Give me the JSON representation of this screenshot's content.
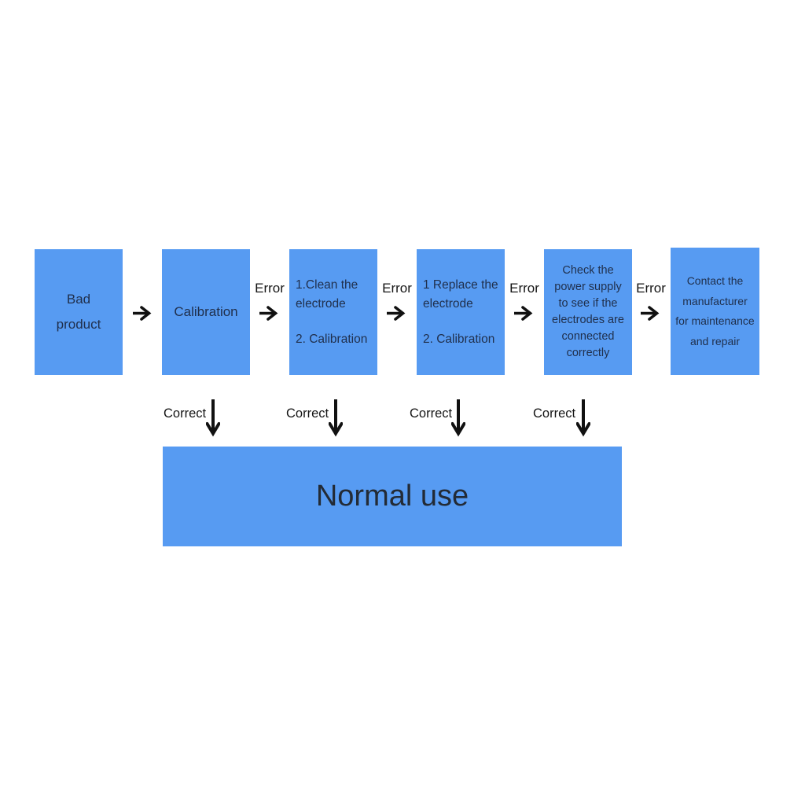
{
  "colors": {
    "background": "#FFFFFF",
    "box_fill": "#579BF2",
    "box_text": "#20304D",
    "label_text": "#151515",
    "arrow": "#111111",
    "normal_use_text": "#232B36"
  },
  "flowchart": {
    "boxes": [
      {
        "name": "bad-product",
        "lines": [
          "Bad",
          "product"
        ]
      },
      {
        "name": "calibration",
        "lines": [
          "Calibration"
        ]
      },
      {
        "name": "clean-electrode",
        "lines": [
          "1.Clean the",
          "electrode",
          "2. Calibration"
        ]
      },
      {
        "name": "replace-electrode",
        "lines": [
          "1 Replace the",
          "electrode",
          "2. Calibration"
        ]
      },
      {
        "name": "check-power-supply",
        "lines": [
          "Check the",
          "power supply",
          "to see if the",
          "electrodes are",
          "connected",
          "correctly"
        ]
      },
      {
        "name": "contact-manufacturer",
        "lines": [
          "Contact the",
          "manufacturer",
          "for maintenance",
          "and repair"
        ]
      }
    ],
    "error_labels": [
      "Error",
      "Error",
      "Error",
      "Error"
    ],
    "correct_labels": [
      "Correct",
      "Correct",
      "Correct",
      "Correct"
    ],
    "normal_use": "Normal use"
  }
}
